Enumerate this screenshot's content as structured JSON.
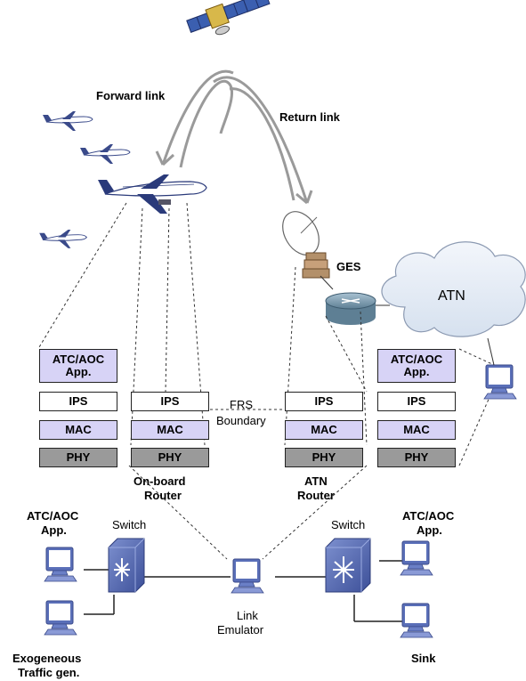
{
  "colors": {
    "app_fill": "#d7d3f6",
    "mac_fill": "#d7d3f6",
    "phy_fill": "#9a9a9a",
    "ips_fill": "#ffffff",
    "switch_fill": "#5a6fb0",
    "cloud_fill": "#e6edf7",
    "router_fill": "#7f9cb0"
  },
  "labels": {
    "forward_link": "Forward link",
    "return_link": "Return link",
    "ges": "GES",
    "atn": "ATN",
    "frs_boundary_1": "FRS",
    "frs_boundary_2": "Boundary",
    "onboard_router_1": "On-board",
    "onboard_router_2": "Router",
    "atn_router_1": "ATN",
    "atn_router_2": "Router",
    "switch_left": "Switch",
    "switch_right": "Switch",
    "app_left_1": "ATC/AOC",
    "app_left_2": "App.",
    "app_right_1": "ATC/AOC",
    "app_right_2": "App.",
    "link_emulator_1": "Link",
    "link_emulator_2": "Emulator",
    "exogeneous_1": "Exogeneous",
    "exogeneous_2": "Traffic gen.",
    "sink": "Sink"
  },
  "stacks": {
    "s1": {
      "app": "ATC/AOC App.",
      "ips": "IPS",
      "mac": "MAC",
      "phy": "PHY"
    },
    "s2": {
      "ips": "IPS",
      "mac": "MAC",
      "phy": "PHY"
    },
    "s3": {
      "ips": "IPS",
      "mac": "MAC",
      "phy": "PHY"
    },
    "s4": {
      "app": "ATC/AOC App.",
      "ips": "IPS",
      "mac": "MAC",
      "phy": "PHY"
    }
  },
  "icons": [
    "satellite-icon",
    "airplane-icon",
    "dish-antenna-icon",
    "router-icon",
    "cloud-icon",
    "switch-icon",
    "computer-icon"
  ]
}
